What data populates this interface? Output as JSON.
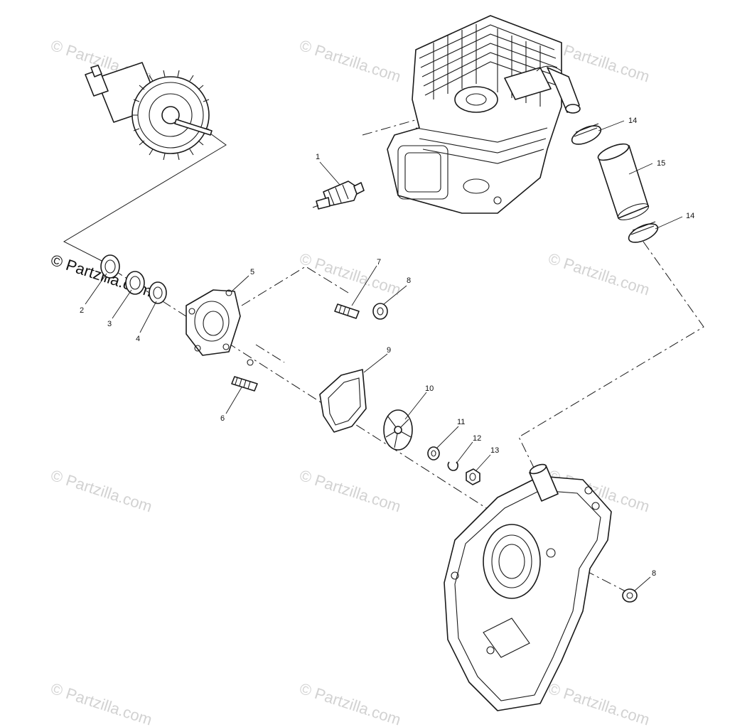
{
  "watermark": {
    "text": "© Partzilla.com",
    "color": "#d2d2d2",
    "dark_color": "#111111"
  },
  "callouts": {
    "c1": "1",
    "c2": "2",
    "c3": "3",
    "c4": "4",
    "c5": "5",
    "c6": "6",
    "c7": "7",
    "c8a": "8",
    "c8b": "8",
    "c9": "9",
    "c10": "10",
    "c11": "11",
    "c12": "12",
    "c13": "13",
    "c14a": "14",
    "c14b": "14",
    "c15": "15"
  },
  "parts": [
    {
      "callout": "1",
      "icon": "temperature-sender-icon"
    },
    {
      "callout": "2",
      "icon": "bearing-icon"
    },
    {
      "callout": "3",
      "icon": "bearing-icon"
    },
    {
      "callout": "4",
      "icon": "oil-seal-icon"
    },
    {
      "callout": "5",
      "icon": "pump-housing-icon"
    },
    {
      "callout": "6",
      "icon": "stud-icon"
    },
    {
      "callout": "7",
      "icon": "stud-icon"
    },
    {
      "callout": "8",
      "icon": "flange-nut-icon"
    },
    {
      "callout": "9",
      "icon": "gasket-icon"
    },
    {
      "callout": "10",
      "icon": "impeller-icon"
    },
    {
      "callout": "11",
      "icon": "washer-icon"
    },
    {
      "callout": "12",
      "icon": "lock-washer-icon"
    },
    {
      "callout": "13",
      "icon": "nut-icon"
    },
    {
      "callout": "14",
      "icon": "hose-clamp-icon"
    },
    {
      "callout": "15",
      "icon": "coolant-hose-icon"
    }
  ],
  "assemblies": {
    "cylinder": "cylinder-head-icon",
    "shaft": "water-pump-shaft-gear-icon",
    "cover": "crankcase-cover-icon"
  }
}
